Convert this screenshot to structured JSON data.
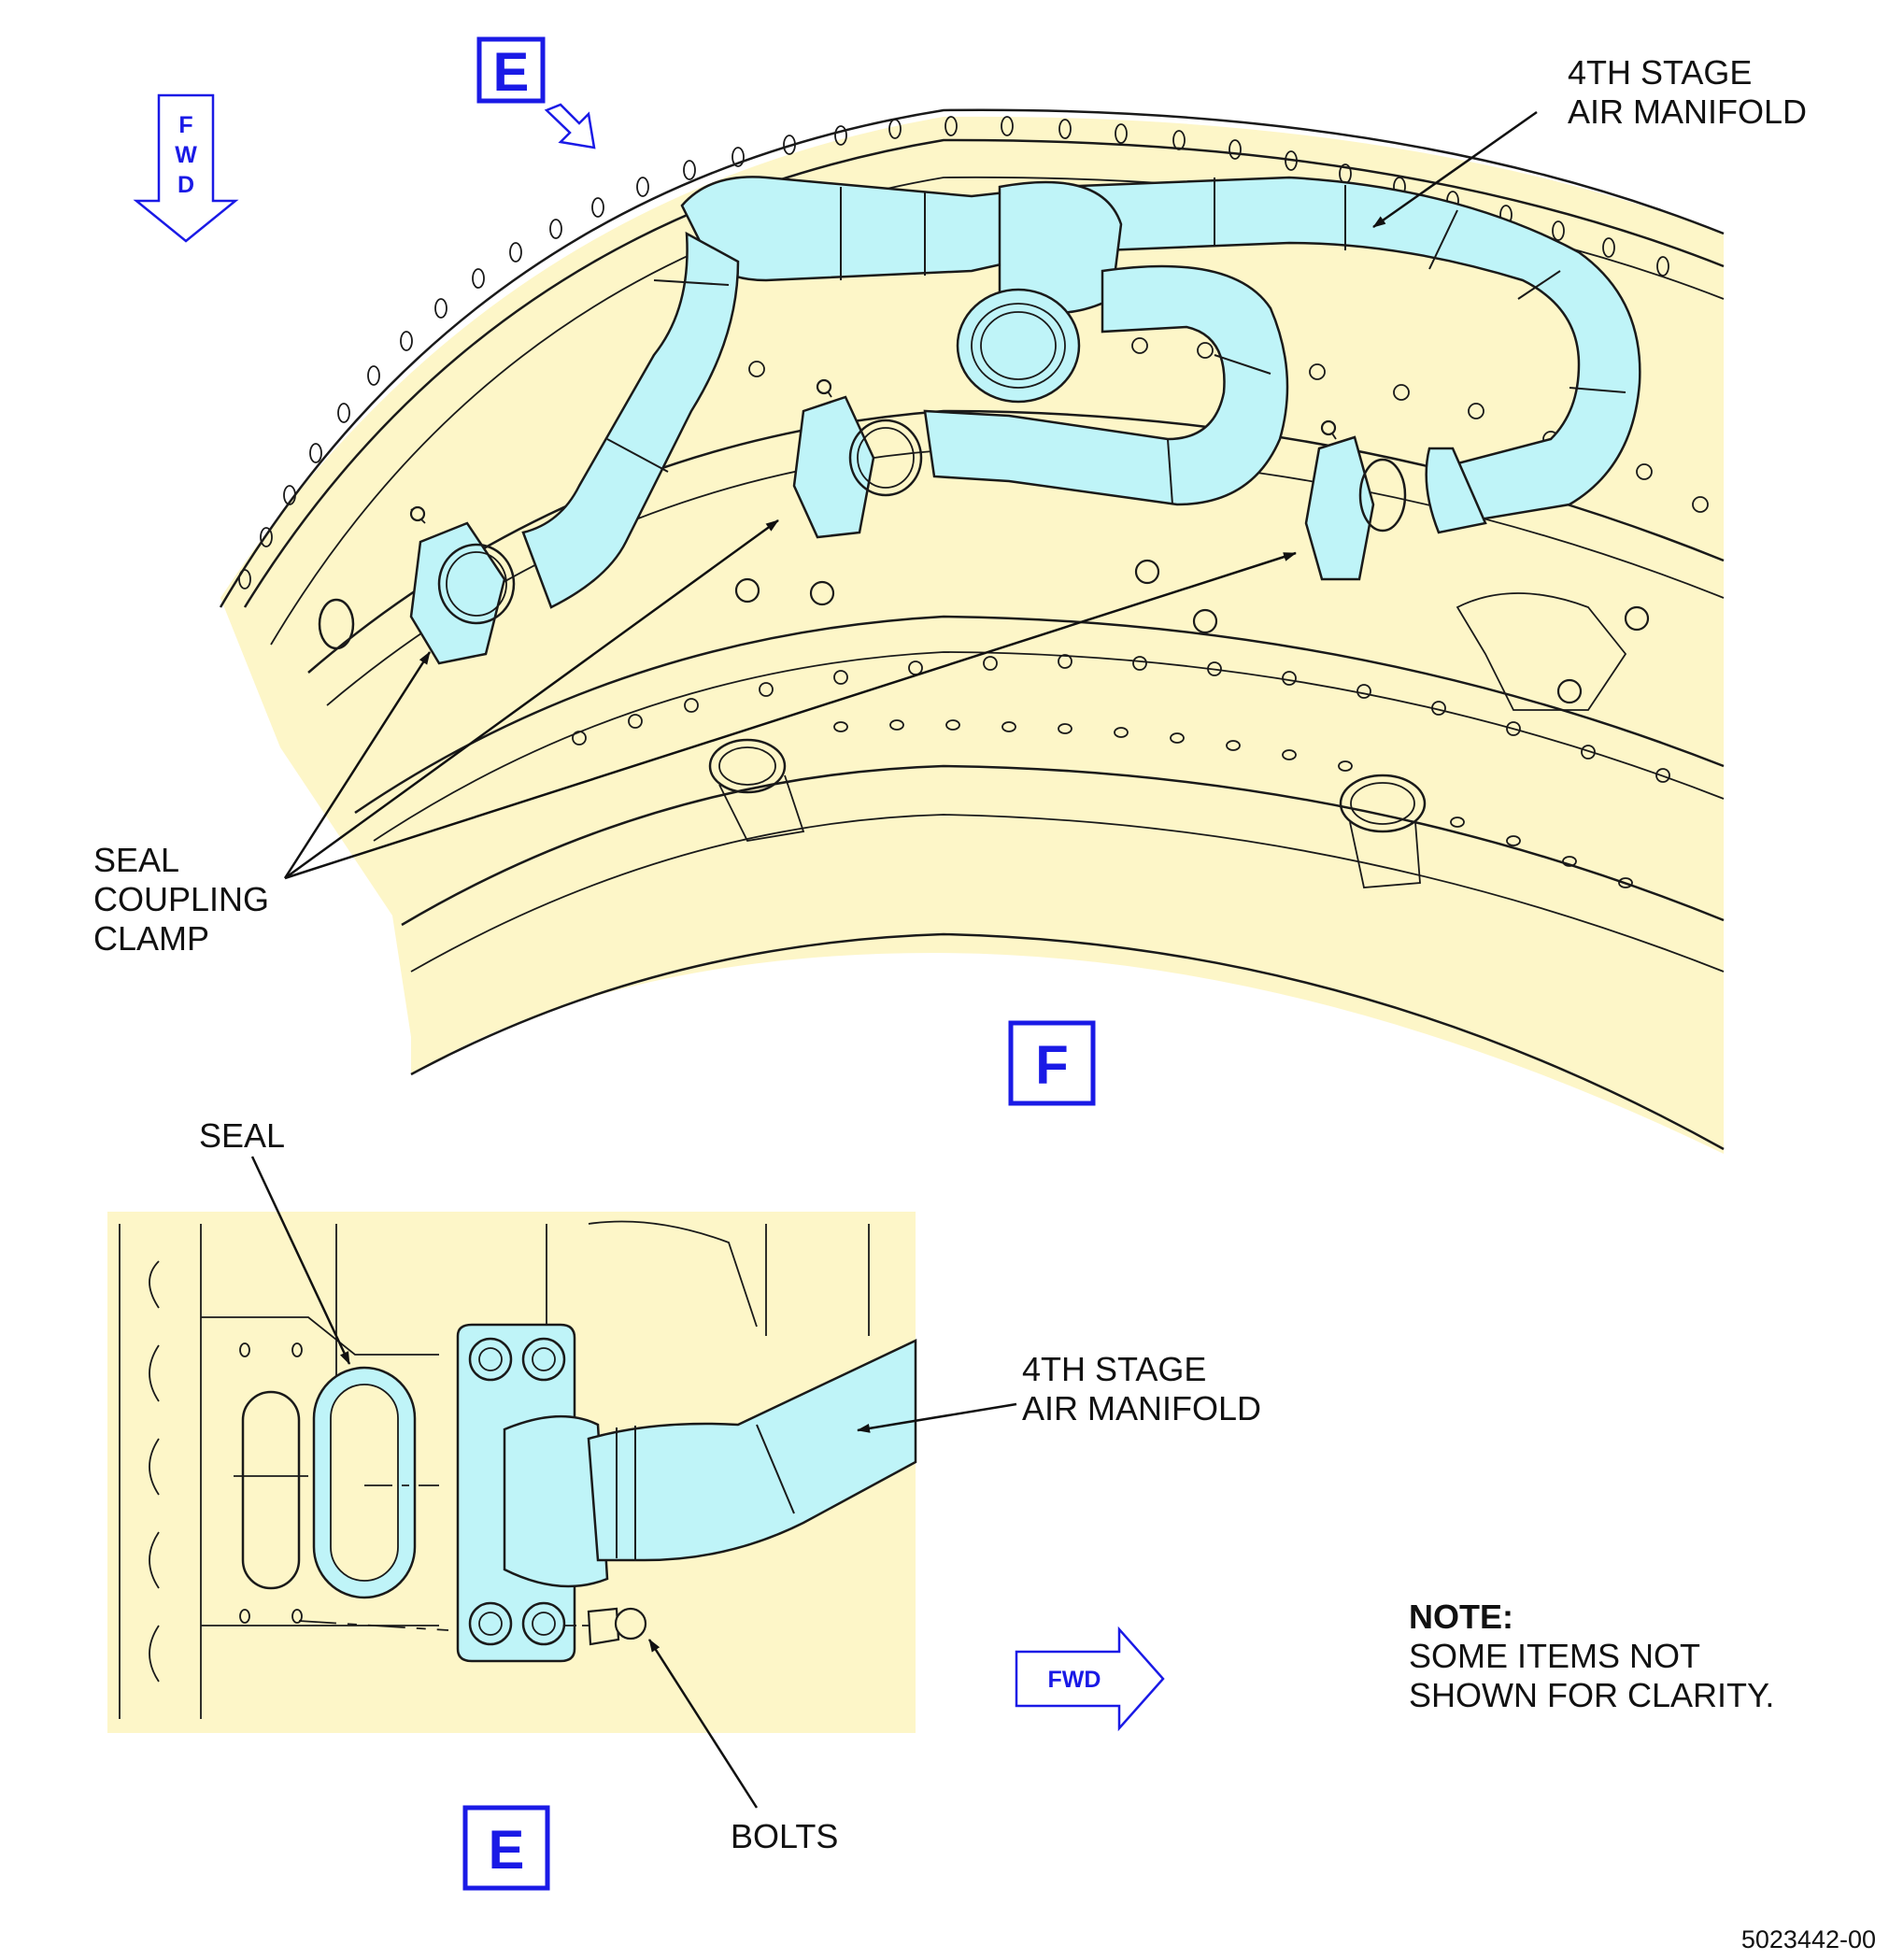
{
  "view_markers": {
    "e_top": "E",
    "f": "F",
    "e_bottom": "E"
  },
  "fwd_arrows": {
    "top": [
      "F",
      "W",
      "D"
    ],
    "bottom": "FWD"
  },
  "labels": {
    "manifold_top": [
      "4TH STAGE",
      "AIR MANIFOLD"
    ],
    "seal_coupling_clamp": [
      "SEAL",
      "COUPLING",
      "CLAMP"
    ],
    "seal": "SEAL",
    "manifold_detail": [
      "4TH STAGE",
      "AIR MANIFOLD"
    ],
    "bolts": "BOLTS"
  },
  "note": {
    "heading": "NOTE:",
    "lines": [
      "SOME ITEMS NOT",
      "SHOWN FOR CLARITY."
    ]
  },
  "document_number": "5023442-00",
  "colors": {
    "background_part": "#fdf6c8",
    "pipe": "#bff4f8",
    "callout_blue": "#1a1ae6",
    "line": "#1a1a1a"
  }
}
